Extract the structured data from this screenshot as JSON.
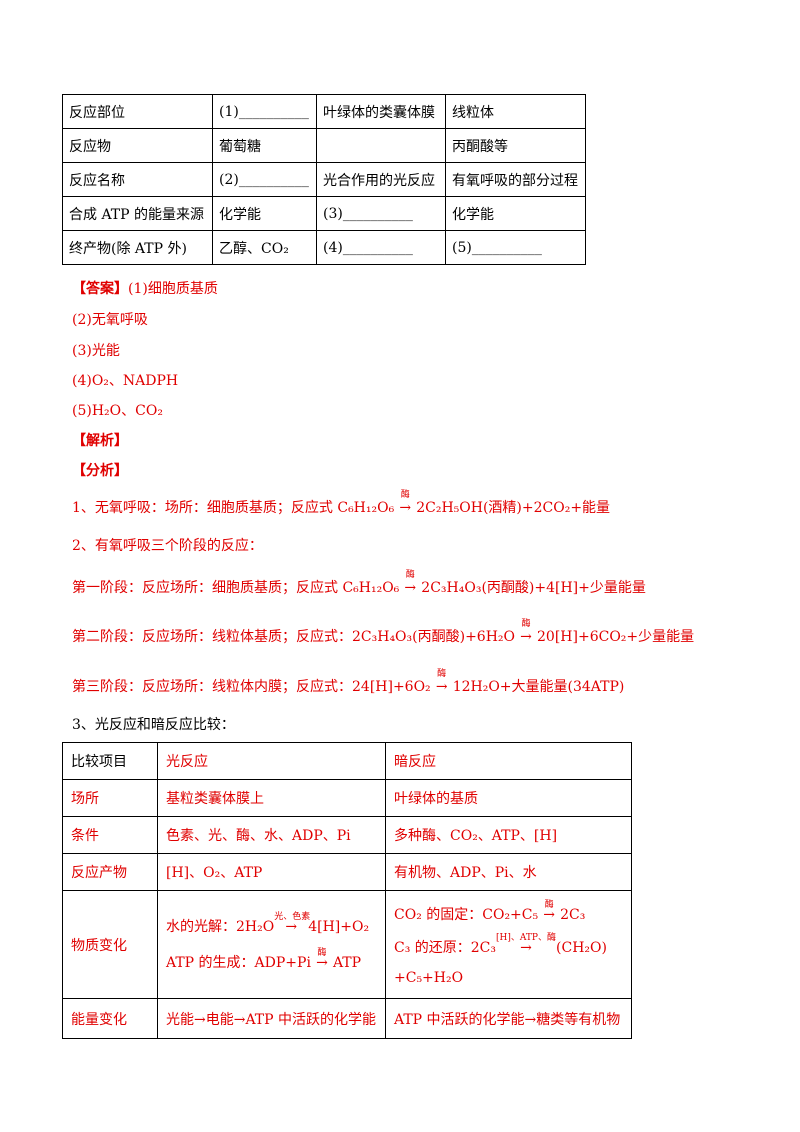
{
  "table1": {
    "rows": [
      [
        "反应部位",
        "(1)__________",
        "叶绿体的类囊体膜",
        "线粒体"
      ],
      [
        "反应物",
        "葡萄糖",
        "",
        "丙酮酸等"
      ],
      [
        "反应名称",
        "(2)__________",
        "光合作用的光反应",
        "有氧呼吸的部分过程"
      ],
      [
        "合成 ATP 的能量来源",
        "化学能",
        "(3)__________",
        "化学能"
      ],
      [
        "终产物(除 ATP 外)",
        "乙醇、CO₂",
        "(4)__________",
        "(5)__________"
      ]
    ]
  },
  "answer": {
    "label": "【答案】",
    "items": [
      "(1)细胞质基质",
      "(2)无氧呼吸",
      "(3)光能",
      "(4)O₂、NADPH",
      "(5)H₂O、CO₂"
    ]
  },
  "jiexi_label": "【解析】",
  "fenxi_label": "【分析】",
  "analysis": {
    "l1_pre": "1、无氧呼吸：场所：细胞质基质；反应式 C₆H₁₂O₆",
    "l1_cond": "酶",
    "l1_post": "2C₂H₅OH(酒精)+2CO₂+能量",
    "l2": "2、有氧呼吸三个阶段的反应：",
    "l3_pre": "第一阶段：反应场所：细胞质基质；反应式 C₆H₁₂O₆",
    "l3_cond": "酶",
    "l3_post": "2C₃H₄O₃(丙酮酸)+4[H]+少量能量",
    "l4_pre": "第二阶段：反应场所：线粒体基质；反应式：2C₃H₄O₃(丙酮酸)+6H₂O",
    "l4_cond": "酶",
    "l4_post": "20[H]+6CO₂+少量能量",
    "l5_pre": "第三阶段：反应场所：线粒体内膜；反应式：24[H]+6O₂",
    "l5_cond": "酶",
    "l5_post": "12H₂O+大量能量(34ATP)",
    "l6": "3、光反应和暗反应比较："
  },
  "table2": {
    "header": [
      "比较项目",
      "光反应",
      "暗反应"
    ],
    "rows": [
      [
        "场所",
        "基粒类囊体膜上",
        "叶绿体的基质"
      ],
      [
        "条件",
        "色素、光、酶、水、ADP、Pi",
        "多种酶、CO₂、ATP、[H]"
      ],
      [
        "反应产物",
        "[H]、O₂、ATP",
        "有机物、ADP、Pi、水"
      ]
    ],
    "material": {
      "label": "物质变化",
      "light1_pre": "水的光解：2H₂O",
      "light1_cond": "光、色素",
      "light1_post": "4[H]+O₂",
      "light2_pre": "ATP 的生成：ADP+Pi",
      "light2_cond": "酶",
      "light2_post": "ATP",
      "dark1_pre": "CO₂ 的固定：CO₂+C₅",
      "dark1_cond": "酶",
      "dark1_post": "2C₃",
      "dark2_pre": "C₃ 的还原：2C₃",
      "dark2_cond": "[H]、ATP、酶",
      "dark2_post": "(CH₂O)",
      "dark3": "+C₅+H₂O"
    },
    "energy": [
      "能量变化",
      "光能→电能→ATP 中活跃的化学能",
      "ATP 中活跃的化学能→糖类等有机物"
    ]
  }
}
